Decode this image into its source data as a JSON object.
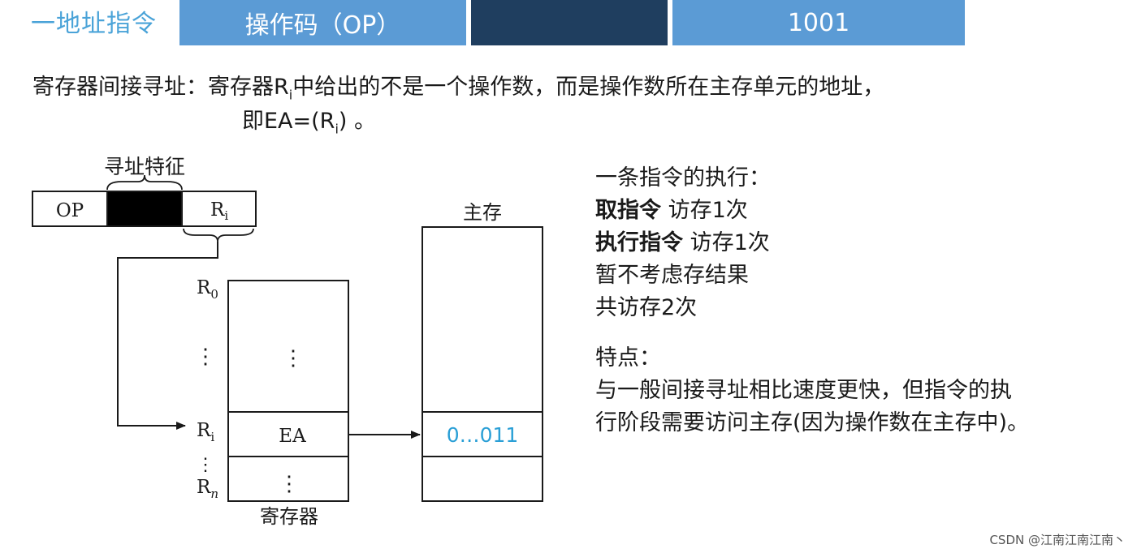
{
  "header": {
    "title": "一地址指令",
    "opcode_label": "操作码（OP）",
    "address_value": "1001",
    "colors": {
      "opcode_bar": "#5b9bd5",
      "mode_bar": "#1f3e5f",
      "address_bar": "#5b9bd5",
      "title": "#4aa3d8"
    }
  },
  "description": {
    "term": "寄存器间接寻址：",
    "line1_pre": "寄存器R",
    "line1_sub": "i",
    "line1_post": "中给出的不是一个操作数，而是操作数所在主存单元的地址，",
    "line2_pre": "即EA=(R",
    "line2_sub": "i",
    "line2_post": ") 。"
  },
  "diagram": {
    "addressing_label": "寻址特征",
    "instr_op": "OP",
    "instr_reg": "R",
    "instr_reg_sub": "i",
    "reg_r0": "R",
    "reg_r0_sub": "0",
    "reg_ri": "R",
    "reg_ri_sub": "i",
    "reg_rn": "R",
    "reg_rn_sub": "n",
    "reg_file_label": "寄存器",
    "ea_cell": "EA",
    "memory_label": "主存",
    "memory_value": "0…011",
    "memory_value_color": "#2a9fd6"
  },
  "execution": {
    "heading": "一条指令的执行：",
    "fetch_bold": "取指令",
    "fetch_rest": " 访存1次",
    "exec_bold": "执行指令",
    "exec_rest": " 访存1次",
    "ignore": "暂不考虑存结果",
    "total": "共访存2次"
  },
  "features": {
    "heading": "特点：",
    "line1": "与一般间接寻址相比速度更快，但指令的执",
    "line2": "行阶段需要访问主存(因为操作数在主存中)。"
  },
  "watermark": "CSDN @江南江南江南丶"
}
